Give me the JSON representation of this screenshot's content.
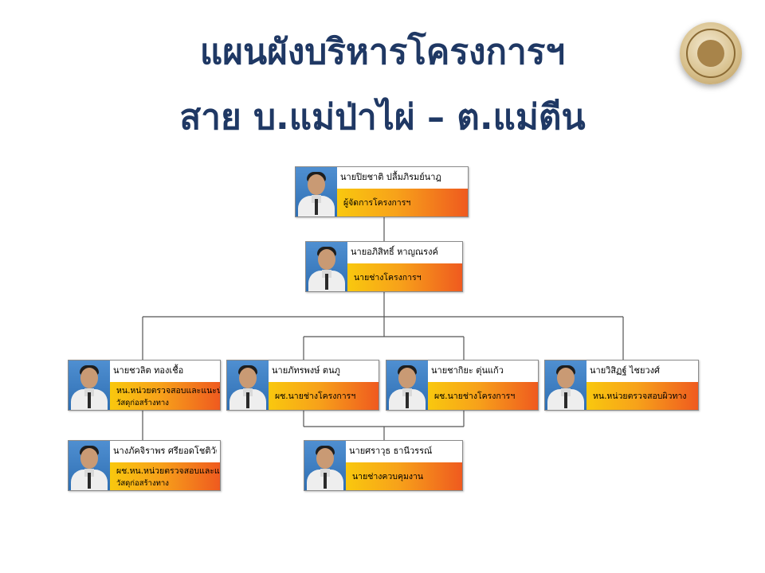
{
  "title": {
    "line1": "แผนผังบริหารโครงการฯ",
    "line2": "สาย บ.แม่ป่าไผ่ – ต.แม่ตีน"
  },
  "colors": {
    "title": "#1f3864",
    "role_gradient": [
      "#f9c80e",
      "#f7a21a",
      "#ef5a1f"
    ],
    "lines": "#555555"
  },
  "emblem": {
    "icon": "department-emblem-icon"
  },
  "staff": [
    {
      "id": "n1",
      "name": "นายปิยชาติ ปลื้มภิรมย์นาฎ",
      "role": "ผู้จัดการโครงการฯ",
      "role2": ""
    },
    {
      "id": "n2",
      "name": "นายอภิสิทธิ์ หาญณรงค์",
      "role": "นายช่างโครงการฯ",
      "role2": ""
    },
    {
      "id": "n3",
      "name": "นายชวลิต ทองเชื้อ",
      "role": "หน.หน่วยตรวจสอบและแนะนำ",
      "role2": "วัสดุก่อสร้างทาง"
    },
    {
      "id": "n4",
      "name": "นายภัทรพงษ์ ตนภู",
      "role": "ผช.นายช่างโครงการฯ",
      "role2": ""
    },
    {
      "id": "n5",
      "name": "นายชากิยะ ตุ่นแก้ว",
      "role": "ผช.นายช่างโครงการฯ",
      "role2": ""
    },
    {
      "id": "n6",
      "name": "นายวิสิฏฐ์ ไชยวงศ์",
      "role": "หน.หน่วยตรวจสอบผิวทาง",
      "role2": ""
    },
    {
      "id": "n7",
      "name": "นางภัคจิราพร ศรียอดโชติวัต",
      "role": "ผช.หน.หน่วยตรวจสอบและแนะนำ",
      "role2": "วัสดุก่อสร้างทาง"
    },
    {
      "id": "n8",
      "name": "นายศราวุธ ธานีวรรณ์",
      "role": "นายช่างควบคุมงาน",
      "role2": ""
    }
  ]
}
